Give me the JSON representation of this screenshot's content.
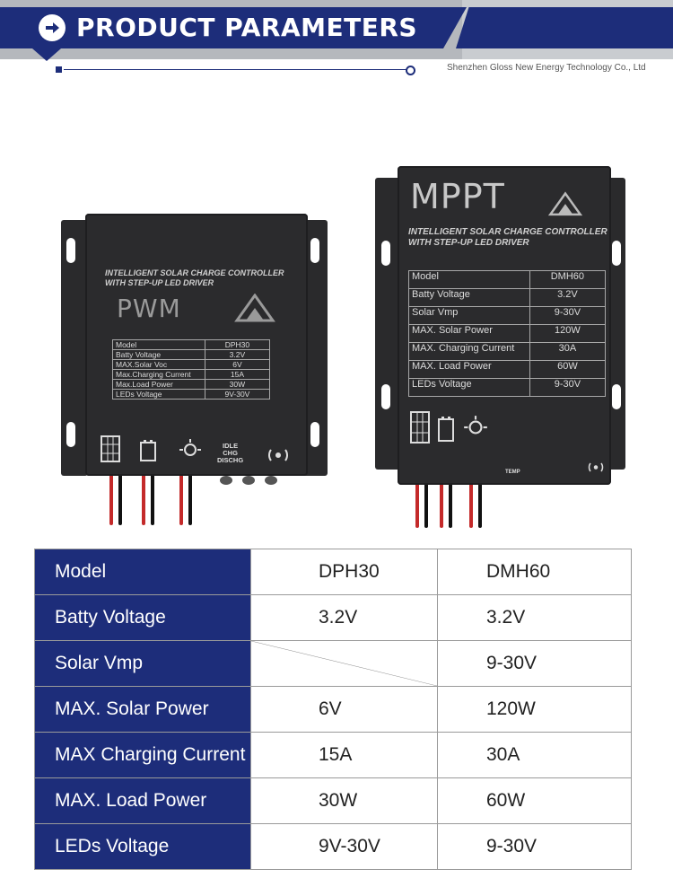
{
  "header": {
    "title": "PRODUCT PARAMETERS",
    "company": "Shenzhen Gloss New Energy Technology Co., Ltd"
  },
  "pwm_device": {
    "line1": "INTELLIGENT SOLAR CHARGE CONTROLLER",
    "line2": "WITH STEP-UP LED DRIVER",
    "big_label": "PWM",
    "params": [
      {
        "name": "Model",
        "value": "DPH30"
      },
      {
        "name": "Batty Voltage",
        "value": "3.2V"
      },
      {
        "name": "MAX.Solar Voc",
        "value": "6V"
      },
      {
        "name": "Max.Charging Current",
        "value": "15A"
      },
      {
        "name": "Max.Load Power",
        "value": "30W"
      },
      {
        "name": "LEDs Voltage",
        "value": "9V-30V"
      }
    ],
    "status": [
      "IDLE",
      "CHG",
      "DISCHG"
    ]
  },
  "mppt_device": {
    "big_label": "MPPT",
    "line1": "INTELLIGENT SOLAR CHARGE CONTROLLER",
    "line2": "WITH STEP-UP LED DRIVER",
    "params": [
      {
        "name": "Model",
        "value": "DMH60"
      },
      {
        "name": "Batty Voltage",
        "value": "3.2V"
      },
      {
        "name": "Solar Vmp",
        "value": "9-30V"
      },
      {
        "name": "MAX. Solar Power",
        "value": "120W"
      },
      {
        "name": "MAX. Charging Current",
        "value": "30A"
      },
      {
        "name": "MAX. Load Power",
        "value": "60W"
      },
      {
        "name": "LEDs Voltage",
        "value": "9-30V"
      }
    ],
    "temp_label": "TEMP"
  },
  "spec_table": {
    "rows": [
      {
        "label": "Model",
        "pwm": "DPH30",
        "mppt": "DMH60"
      },
      {
        "label": "Batty Voltage",
        "pwm": "3.2V",
        "mppt": "3.2V"
      },
      {
        "label": "Solar Vmp",
        "pwm": "",
        "mppt": "9-30V"
      },
      {
        "label": "MAX. Solar Power",
        "pwm": "6V",
        "mppt": "120W"
      },
      {
        "label": "MAX Charging Current",
        "pwm": "15A",
        "mppt": "30A"
      },
      {
        "label": "MAX. Load Power",
        "pwm": "30W",
        "mppt": "60W"
      },
      {
        "label": "LEDs Voltage",
        "pwm": "9V-30V",
        "mppt": "9-30V"
      }
    ]
  },
  "colors": {
    "navy": "#1d2d7a",
    "device_body": "#2b2b2d"
  }
}
